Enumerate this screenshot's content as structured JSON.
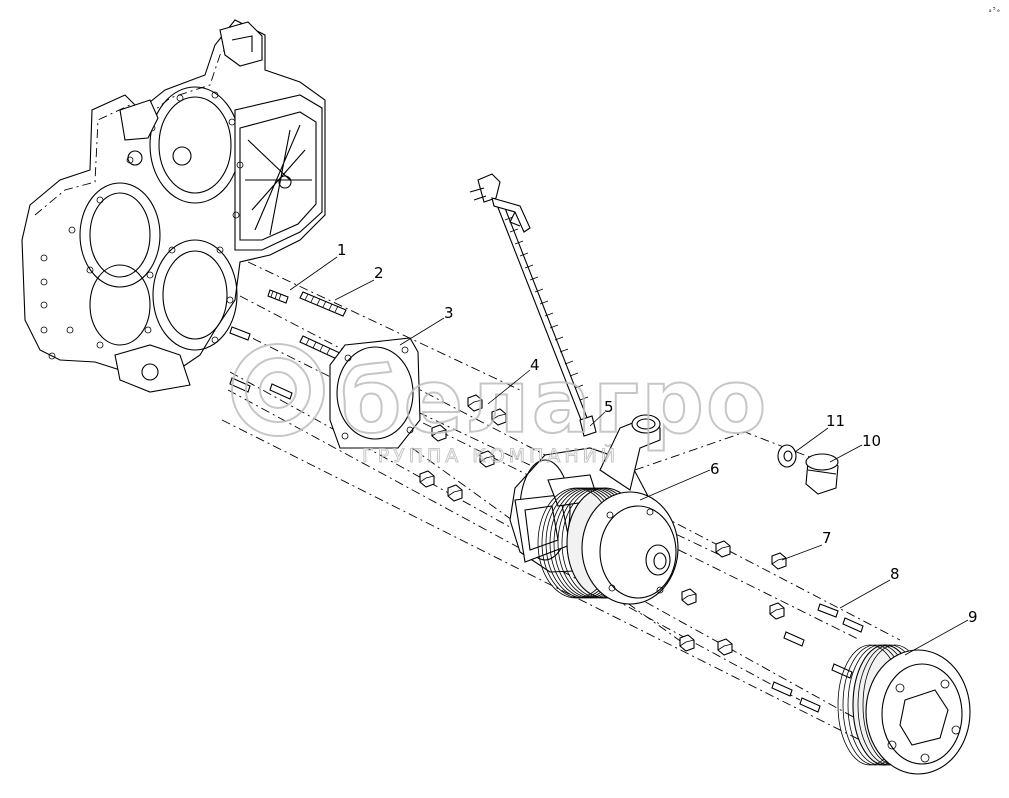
{
  "corner_mark": "ₐ⁵ₑ",
  "watermark": {
    "brand": "белагро",
    "tagline": "ГРУППА КОМПАНИЙ"
  },
  "callouts": [
    "1",
    "2",
    "3",
    "4",
    "5",
    "6",
    "7",
    "8",
    "9",
    "10",
    "11"
  ],
  "colors": {
    "line": "#000000",
    "watermark": "#bdbdbd",
    "background": "#ffffff"
  }
}
